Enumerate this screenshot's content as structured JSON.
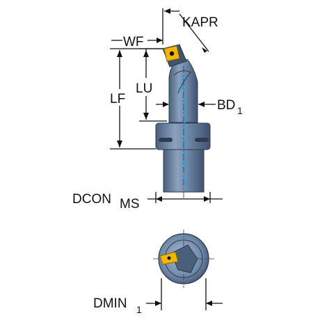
{
  "labels": {
    "kapr": "KAPR",
    "wf": "WF",
    "lu": "LU",
    "lf": "LF",
    "bd_main": "BD",
    "bd_sub": "1",
    "dcon_main": "DCON",
    "dcon_sub": "MS",
    "dmin_main": "DMIN",
    "dmin_sub": "1"
  },
  "colors": {
    "tool_body": "#6e87a6",
    "tool_shadow": "#4a5f7a",
    "tool_highlight": "#a9bfd8",
    "coolant": "#2aa8e8",
    "insert": "#f2b705",
    "dimension": "#111111"
  }
}
